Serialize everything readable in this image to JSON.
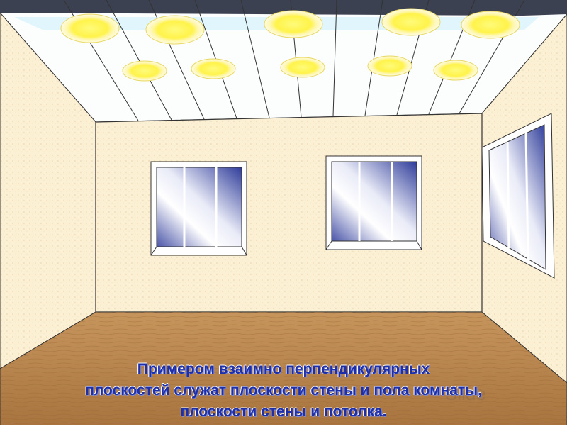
{
  "caption": {
    "lines": [
      "Примером взаимно перпендикулярных",
      "плоскостей служат плоскости стены и пола комнаты,",
      "плоскости стены и потолка."
    ]
  },
  "watermark": {
    "text": "Slide"
  },
  "colors": {
    "wall": "#fbefd4",
    "ceiling": "#fcfdfd",
    "floor": "#b9874f",
    "window_glass": "#2f3d9a",
    "caption_text": "#1f2fa8",
    "lamp": "#fff34a",
    "dark_edge": "#3c4152"
  }
}
